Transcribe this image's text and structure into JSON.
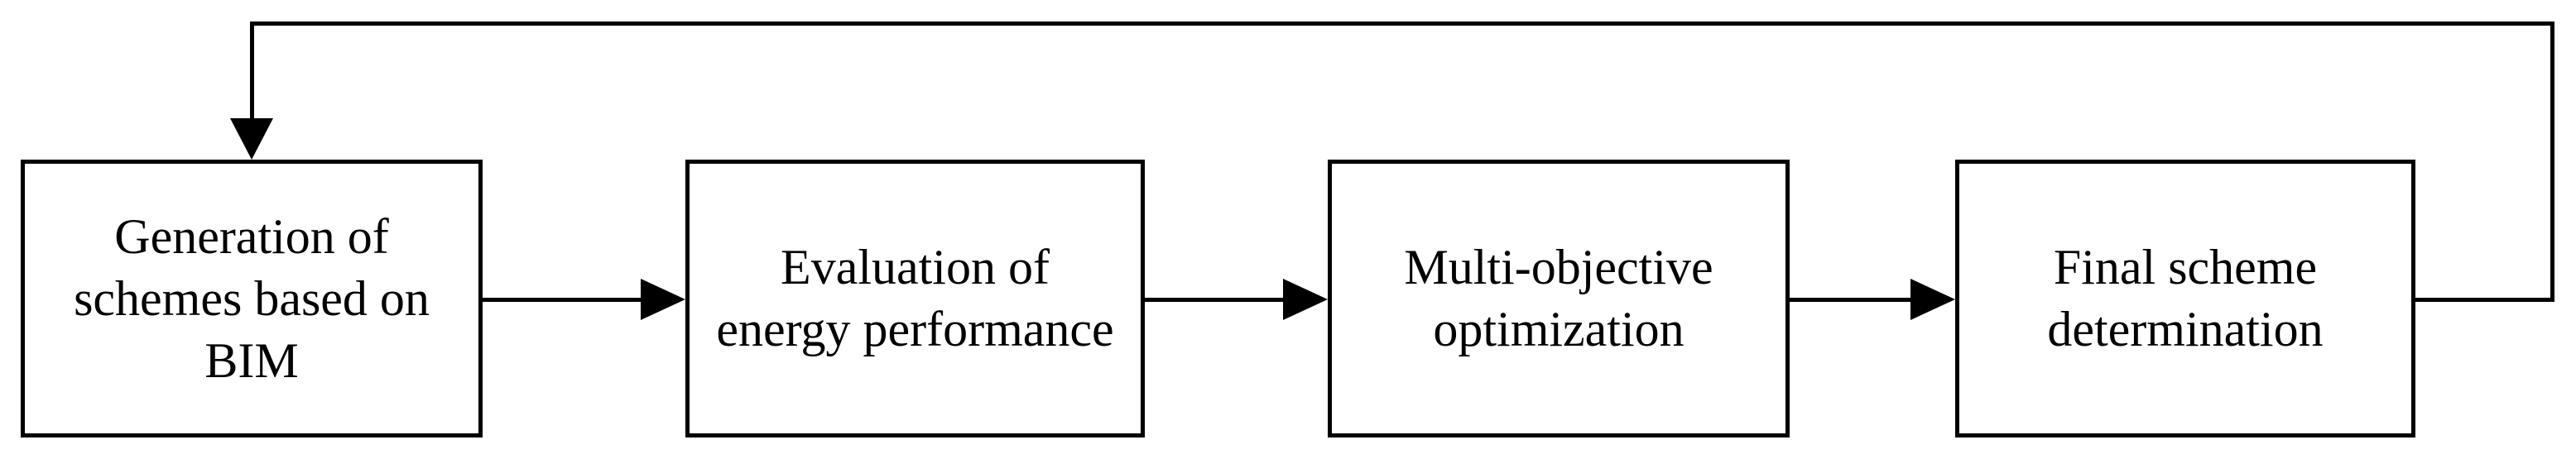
{
  "diagram": {
    "type": "flowchart",
    "background_color": "#ffffff",
    "stroke_color": "#000000",
    "boxes": [
      {
        "id": "generation",
        "text": "Generation of schemes based on BIM",
        "lines": [
          "Generation of",
          "schemes based on",
          "BIM"
        ]
      },
      {
        "id": "evaluation",
        "text": "Evaluation of energy performance",
        "lines": [
          "Evaluation of",
          "energy performance"
        ]
      },
      {
        "id": "optimization",
        "text": "Multi-objective optimization",
        "lines": [
          "Multi-objective",
          "optimization"
        ]
      },
      {
        "id": "final",
        "text": "Final scheme determination",
        "lines": [
          "Final scheme",
          "determination"
        ]
      }
    ],
    "connections": [
      {
        "from": "Generation of schemes based on BIM",
        "to": "Evaluation of energy performance",
        "style": "arrow-right"
      },
      {
        "from": "Evaluation of energy performance",
        "to": "Multi-objective optimization",
        "style": "arrow-right"
      },
      {
        "from": "Multi-objective optimization",
        "to": "Final scheme determination",
        "style": "arrow-right"
      },
      {
        "from": "Final scheme determination",
        "to": "Generation of schemes based on BIM",
        "style": "feedback-loop-over-top"
      }
    ]
  }
}
